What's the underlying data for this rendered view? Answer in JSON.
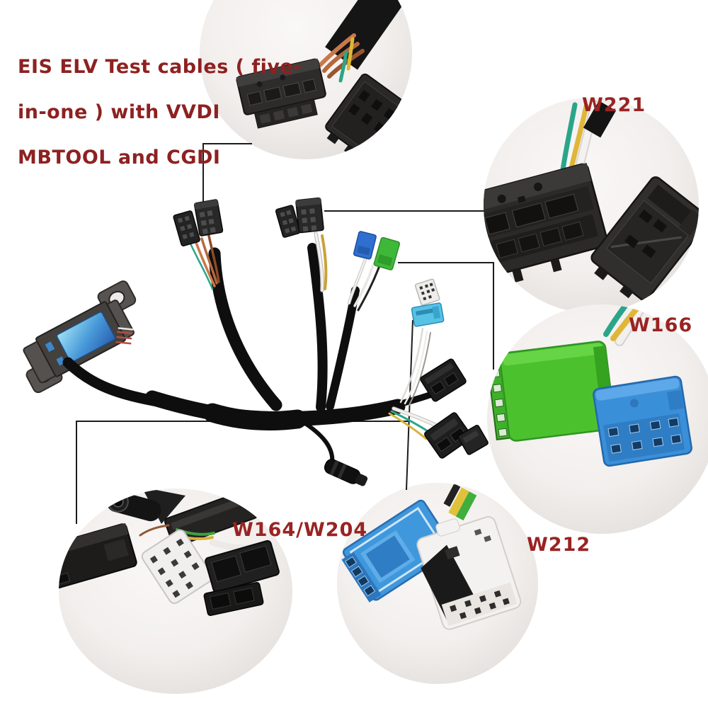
{
  "title": {
    "lines": [
      "EIS ELV Test cables ( five-",
      "in-one ) with VVDI",
      "MBTOOL and CGDI"
    ],
    "color": "#8e2121"
  },
  "callouts": {
    "label_color": "#9a2323",
    "w221": {
      "label": "W221"
    },
    "w166": {
      "label": "W166"
    },
    "w164_w204": {
      "label": "W164/W204"
    },
    "w212": {
      "label": "W212"
    }
  },
  "harness": {
    "connector_colors": {
      "w166_green": "#4cc12e",
      "w166_blue": "#3a8fd9",
      "w212_blue": "#3f97dc",
      "small_green": "#3fb83a",
      "small_blue": "#2f6fd0",
      "cyan": "#56c2e6",
      "obd_insert": "#4798d8"
    },
    "wire_colors": {
      "orange": "#b5683c",
      "yellow": "#ddb239",
      "teal": "#2ba58a",
      "white": "#f2f0ee",
      "black": "#111111"
    }
  },
  "photo_circle_color": "#f0edeb",
  "background": "#ffffff"
}
